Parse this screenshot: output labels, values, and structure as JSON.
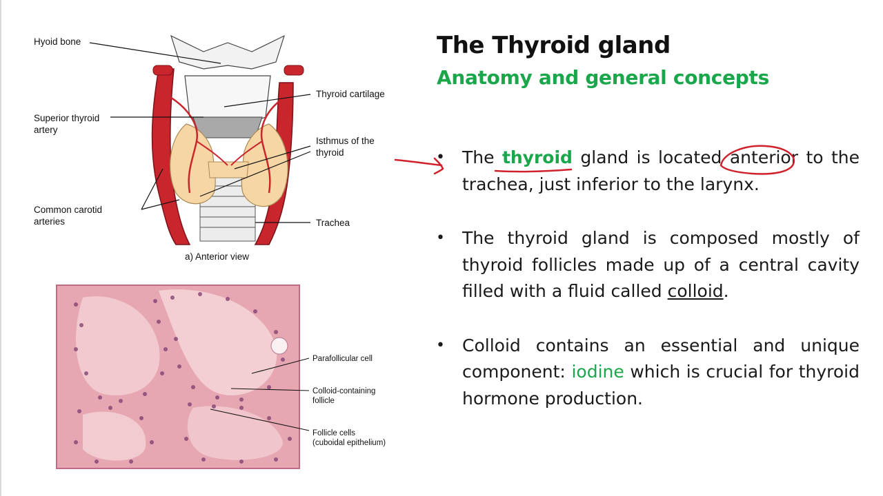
{
  "slide": {
    "title": "The Thyroid gland",
    "subtitle": "Anatomy and general concepts",
    "bullets": [
      {
        "pre": "The ",
        "highlight": "thyroid",
        "mid": " gland is located ",
        "circled": "anterior",
        "post": " to the trachea, just inferior to the larynx."
      },
      {
        "pre": "The thyroid gland is composed mostly of thyroid follicles made up of a central cavity filled with a fluid called ",
        "underlined": "colloid",
        "post": "."
      },
      {
        "pre": "Colloid contains an essential and unique component: ",
        "highlight": "iodine",
        "post": " which is crucial for thyroid hormone production."
      }
    ],
    "bullet_symbol": "•"
  },
  "anatomy_figure": {
    "labels": {
      "hyoid_bone": "Hyoid bone",
      "superior_thyroid_artery_1": "Superior thyroid",
      "superior_thyroid_artery_2": "artery",
      "thyroid_cartilage": "Thyroid cartilage",
      "isthmus_1": "Isthmus of the",
      "isthmus_2": "thyroid",
      "common_carotid_1": "Common carotid",
      "common_carotid_2": "arteries",
      "trachea": "Trachea"
    },
    "caption": "a) Anterior view"
  },
  "histology_figure": {
    "labels": {
      "parafollicular": "Parafollicular cell",
      "colloid_1": "Colloid-containing",
      "colloid_2": "follicle",
      "follicle_cells_1": "Follicle cells",
      "follicle_cells_2": "(cuboidal epithelium)"
    }
  },
  "colors": {
    "accent_green": "#1aa64a",
    "annotation_red": "#d0202a",
    "artery_red": "#c9252d",
    "thyroid_tan": "#f6d6a4",
    "tissue_pink": "#e8a4b0"
  }
}
